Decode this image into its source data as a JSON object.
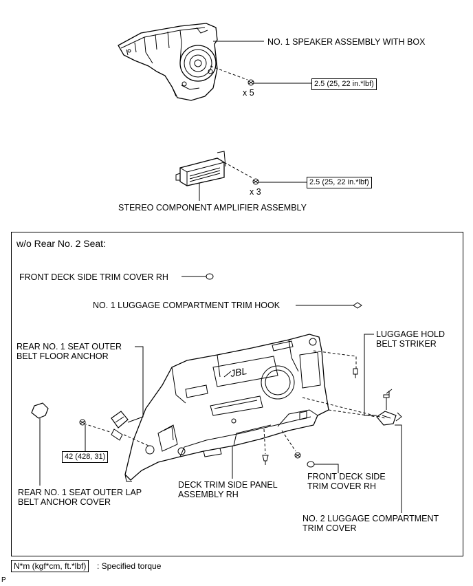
{
  "upper": {
    "speaker_label": "NO. 1 SPEAKER ASSEMBLY WITH BOX",
    "speaker_qty": "x 5",
    "speaker_torque": "2.5 (25, 22 in.*lbf)",
    "amp_label": "STEREO COMPONENT AMPLIFIER ASSEMBLY",
    "amp_qty": "x 3",
    "amp_torque": "2.5 (25, 22 in.*lbf)"
  },
  "lower": {
    "title": "w/o Rear No. 2 Seat:",
    "front_deck_cover_top": "FRONT DECK SIDE TRIM COVER RH",
    "trim_hook": "NO. 1 LUGGAGE COMPARTMENT TRIM HOOK",
    "belt_floor_anchor": "REAR NO. 1 SEAT OUTER\nBELT FLOOR ANCHOR",
    "luggage_striker": "LUGGAGE HOLD\nBELT STRIKER",
    "anchor_torque": "42 (428, 31)",
    "lap_anchor_cover": "REAR NO. 1 SEAT OUTER LAP\nBELT ANCHOR COVER",
    "deck_trim_panel": "DECK TRIM SIDE PANEL\nASSEMBLY RH",
    "front_deck_cover_bottom": "FRONT DECK SIDE\nTRIM COVER RH",
    "luggage_trim_cover": "NO. 2 LUGGAGE COMPARTMENT\nTRIM COVER"
  },
  "legend": {
    "box_text": "N*m (kgf*cm, ft.*lbf)",
    "description": ": Specified torque"
  },
  "corner_mark": "P"
}
